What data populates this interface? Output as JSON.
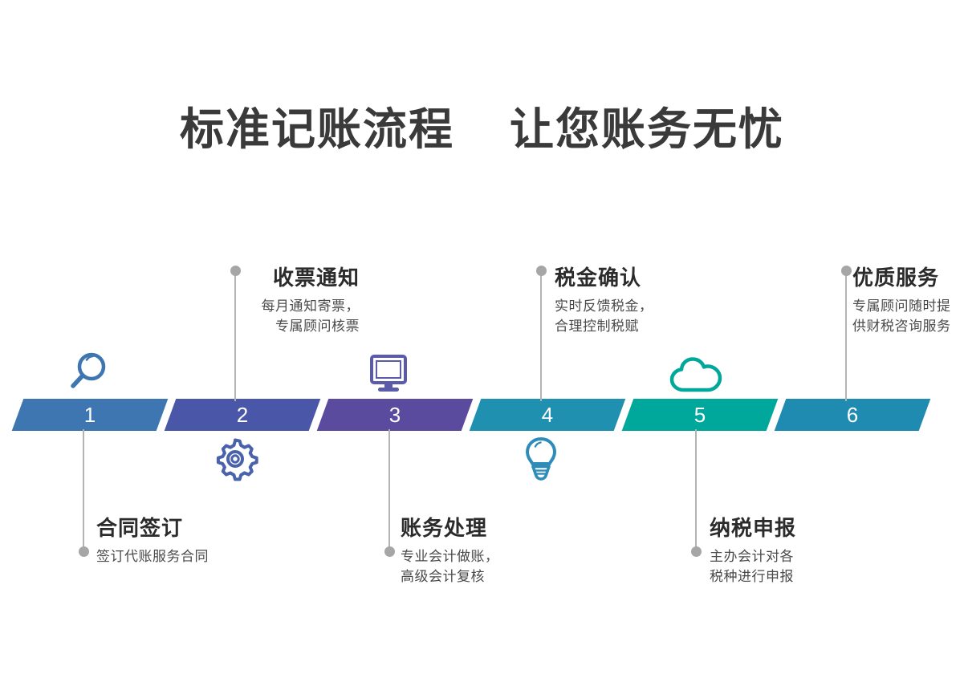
{
  "title": "标准记账流程    让您账务无忧",
  "colors": {
    "seg1": "#3d76b0",
    "seg2": "#4a57a8",
    "seg3": "#5b4b9e",
    "seg4": "#2090b0",
    "seg5": "#00a79b",
    "seg6": "#1f8bb0",
    "connector": "#b3b3b3",
    "dot": "#a6a6a6",
    "title": "#3a3a3a",
    "heading": "#2b2b2b",
    "desc": "#4a4a4a",
    "icon_magnifier": "#3d76b0",
    "icon_gear": "#4a62ab",
    "icon_monitor": "#5b5bab",
    "icon_bulb": "#2d8cb8",
    "icon_cloud": "#00a79b"
  },
  "steps": [
    {
      "number": "1",
      "heading": "合同签订",
      "description": "签订代账服务合同",
      "icon": "magnifier-icon",
      "position": "below"
    },
    {
      "number": "2",
      "heading": "收票通知",
      "description": "每月通知寄票，\n专属顾问核票",
      "icon": "gear-icon",
      "position": "above"
    },
    {
      "number": "3",
      "heading": "账务处理",
      "description": "专业会计做账，\n高级会计复核",
      "icon": "monitor-icon",
      "position": "below"
    },
    {
      "number": "4",
      "heading": "税金确认",
      "description": "实时反馈税金，\n合理控制税赋",
      "icon": "lightbulb-icon",
      "position": "above"
    },
    {
      "number": "5",
      "heading": "纳税申报",
      "description": "主办会计对各\n税种进行申报",
      "icon": "cloud-icon",
      "position": "below"
    },
    {
      "number": "6",
      "heading": "优质服务",
      "description": "专属顾问随时提\n供财税咨询服务",
      "icon": "none",
      "position": "above"
    }
  ]
}
